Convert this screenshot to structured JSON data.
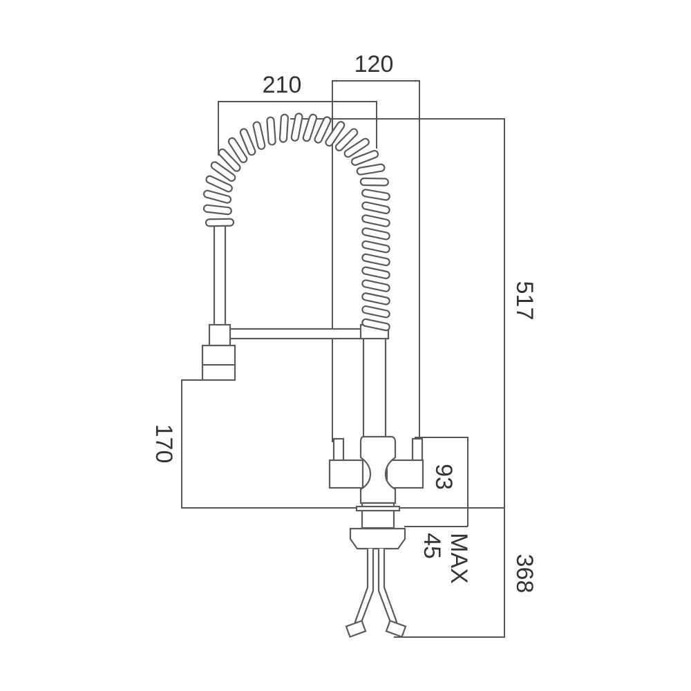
{
  "dimensions": {
    "spout_reach": "120",
    "hose_width": "210",
    "total_height": "517",
    "spray_head_height": "170",
    "body_height": "93",
    "max_thickness_value": "45",
    "max_thickness_suffix": "MAX",
    "below_deck_length": "368"
  },
  "colors": {
    "line": "#555555",
    "background": "#ffffff"
  }
}
